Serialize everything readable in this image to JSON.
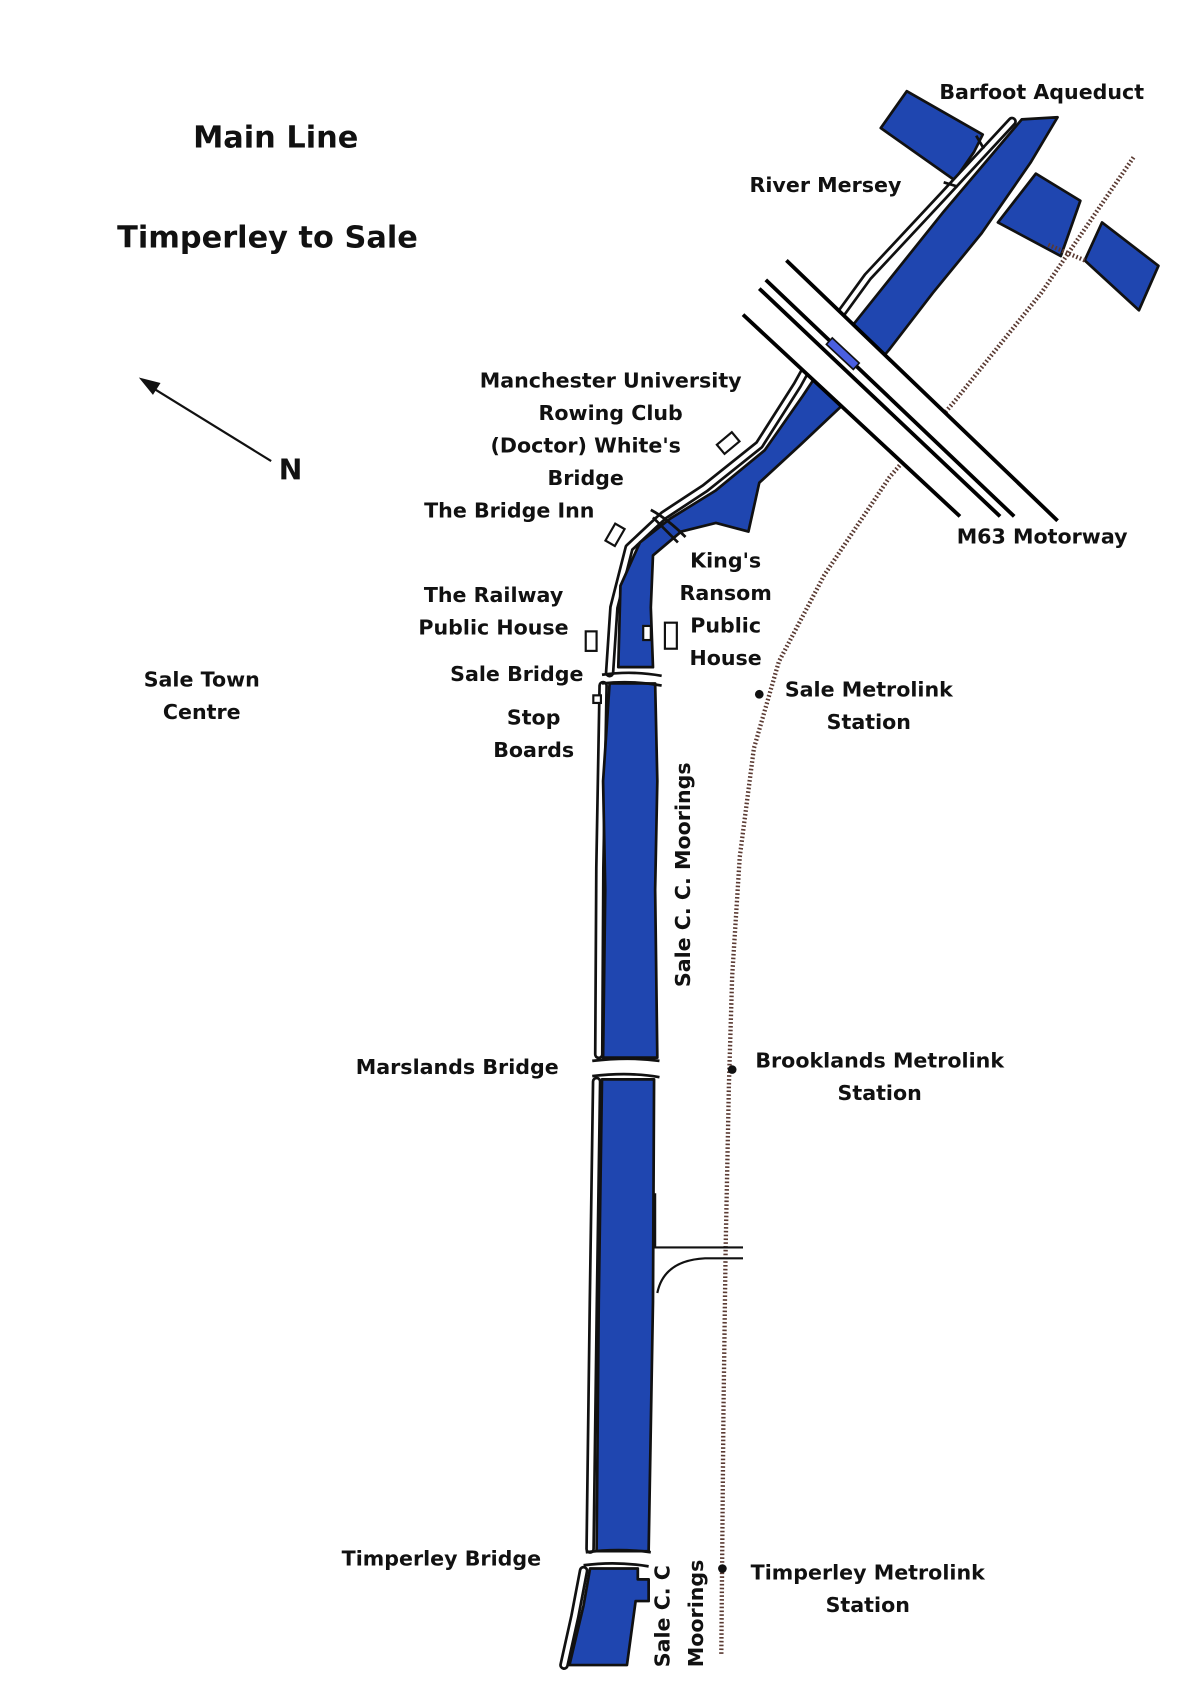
{
  "title": {
    "line1": "Main Line",
    "line2": "Timperley to Sale"
  },
  "north": "N",
  "labels": {
    "barfoot_aqueduct": "Barfoot Aqueduct",
    "river_mersey": "River Mersey",
    "m63": "M63 Motorway",
    "rowing_club": [
      "Manchester University",
      "Rowing Club"
    ],
    "white_bridge": [
      "(Doctor) White's",
      "Bridge"
    ],
    "bridge_inn": "The Bridge Inn",
    "kings_ransom": [
      "King's",
      "Ransom",
      "Public",
      "House"
    ],
    "railway_house": [
      "The Railway",
      "Public House"
    ],
    "sale_bridge": "Sale Bridge",
    "stop_boards": [
      "Stop",
      "Boards"
    ],
    "sale_town_centre": [
      "Sale Town",
      "Centre"
    ],
    "sale_metrolink": [
      "Sale Metrolink",
      "Station"
    ],
    "sale_moorings": "Sale C. C. Moorings",
    "marslands_bridge": "Marslands Bridge",
    "brooklands_metrolink": [
      "Brooklands Metrolink",
      "Station"
    ],
    "timperley_bridge": "Timperley Bridge",
    "timperley_metrolink": [
      "Timperley Metrolink",
      "Station"
    ],
    "timperley_moorings": [
      "Sale C. C",
      "Moorings"
    ]
  },
  "colors": {
    "canal": "#1f46b0",
    "railway": "#5a3a32"
  }
}
